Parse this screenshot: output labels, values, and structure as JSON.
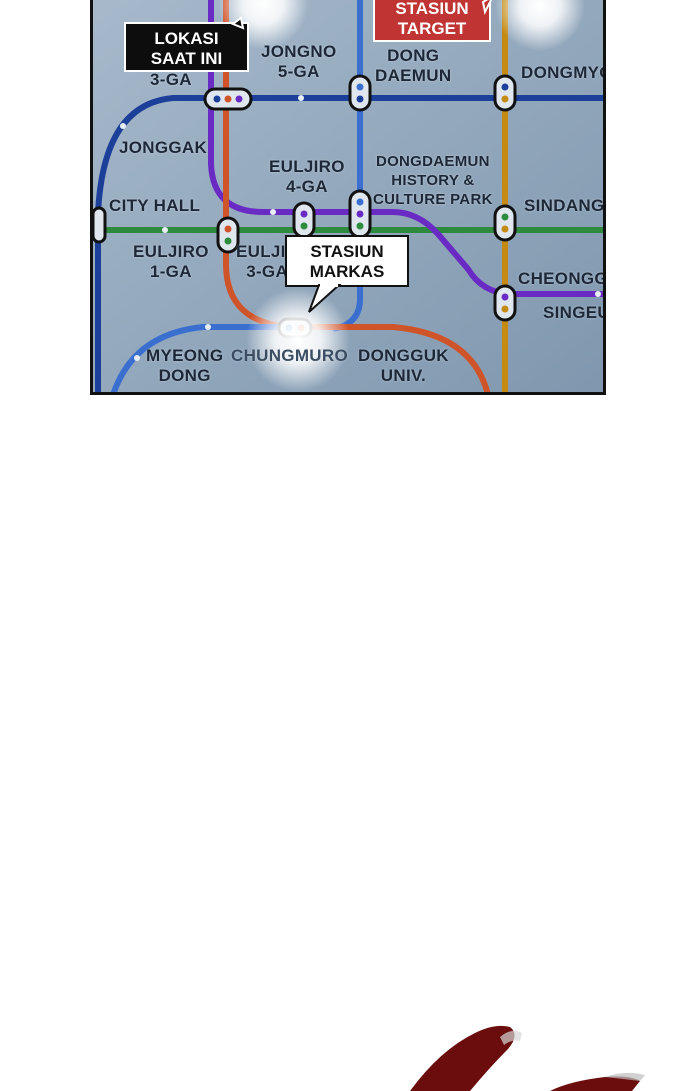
{
  "map": {
    "colors": {
      "background": "#8fa6bb",
      "line_blue": "#1c3f9a",
      "line_light_blue": "#3a6fd0",
      "line_green": "#2e8b3e",
      "line_purple": "#6a2bc4",
      "line_orange": "#d0542a",
      "line_gold": "#c58a12",
      "current_location_bg": "#0d0d0d",
      "target_bg": "#c03434",
      "brush": "#6b0d0d"
    },
    "stations": {
      "jongno3ga": "3-GA",
      "jongno5ga": [
        "JONGNO",
        "5-GA"
      ],
      "dongdaemun": [
        "DONG",
        "DAEMUN"
      ],
      "dongmyo": "DONGMYO",
      "jonggak": "JONGGAK",
      "euljiro4ga": [
        "EULJIRO",
        "4-GA"
      ],
      "ddp": [
        "DONGDAEMUN",
        "HISTORY &",
        "CULTURE PARK"
      ],
      "city_hall": "CITY HALL",
      "sindang": "SINDANG",
      "euljiro1ga": [
        "EULJIRO",
        "1-GA"
      ],
      "euljiro3ga": [
        "EULJIR",
        "3-GA"
      ],
      "cheonggu": "CHEONGG",
      "singeumho": "SINGEU",
      "myeongdong": [
        "MYEONG",
        "DONG"
      ],
      "chungmuro": "CHUNGMURO",
      "dongguk": [
        "DONGGUK",
        "UNIV."
      ]
    },
    "callouts": {
      "current_location": [
        "LOKASI",
        "SAAT INI"
      ],
      "target_station": [
        "STASIUN",
        "TARGET"
      ],
      "base_station": [
        "STASIUN",
        "MARKAS"
      ]
    }
  }
}
